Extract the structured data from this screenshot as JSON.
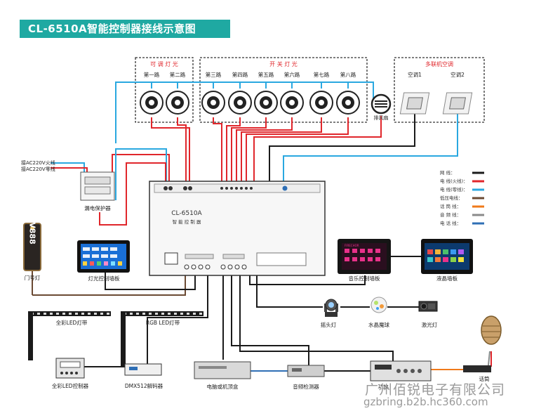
{
  "title": "CL-6510A智能控制器接线示意图",
  "groups": {
    "dimmable": "可 调 灯 光",
    "switch": "开 关 灯 光",
    "ac": "多联机空调"
  },
  "channels": [
    "第一路",
    "第二路",
    "第三路",
    "第四路",
    "第五路",
    "第六路",
    "第七路",
    "第八路"
  ],
  "fan": "排风扇",
  "ac_units": [
    "空调1",
    "空调2"
  ],
  "power": {
    "live": "接AC220V火线",
    "neutral": "接AC220V零线",
    "breaker": "漏电保护器"
  },
  "controller": {
    "model": "CL-6510A",
    "name": "智 能 控 制 器"
  },
  "legend": [
    {
      "label": "网     线：",
      "color": "#1a1a1a"
    },
    {
      "label": "电 线(火线)：",
      "color": "#e0262b"
    },
    {
      "label": "电 线(零线)：",
      "color": "#2aa8e0"
    },
    {
      "label": "低压电线：",
      "color": "#6b4a33"
    },
    {
      "label": "话  筒  线：",
      "color": "#f07a1a"
    },
    {
      "label": "音  频  线：",
      "color": "#8a8a8a"
    },
    {
      "label": "电  话  线：",
      "color": "#2f6fb5"
    }
  ],
  "devices": {
    "door_light": "门号灯",
    "door_number": "V888",
    "light_panel": "灯光控制墙板",
    "music_panel": "音乐控制墙板",
    "lcd_panel": "液晶墙板",
    "moving_head": "摇头灯",
    "crystal_ball": "水晶魔球",
    "laser": "激光灯",
    "led_strip": "全彩LED灯带",
    "rgb_strip": "RGB LED灯带",
    "led_ctrl": "全彩LED控制器",
    "dmx": "DMX512解码器",
    "computer": "电脑或机顶盒",
    "audio_detector": "音频检测器",
    "amplifier": "功放",
    "mic": "话筒",
    "brand": "FIRECHOR"
  },
  "watermark": {
    "company": "广州佰锐电子有限公司",
    "site": "gzbring.b2b.hc360.com"
  }
}
